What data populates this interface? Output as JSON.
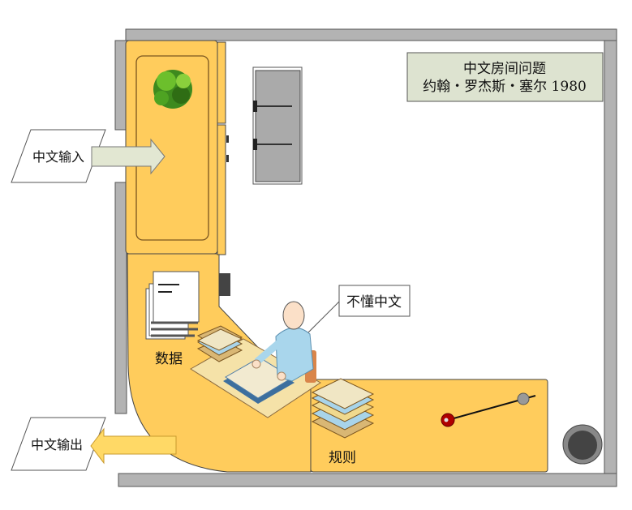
{
  "title_box": {
    "line1": "中文房间问题",
    "line2": "约翰・罗杰斯・塞尔  1980"
  },
  "input_label": "中文输入",
  "output_label": "中文输出",
  "data_label": "数据",
  "rules_label": "规则",
  "person_callout": "不懂中文",
  "colors": {
    "wall": "#b3b3b3",
    "floor": "#ffcc5c",
    "title_bg": "#dde3d0",
    "arrow": "#e2e7d2",
    "lever": "#b00000"
  }
}
